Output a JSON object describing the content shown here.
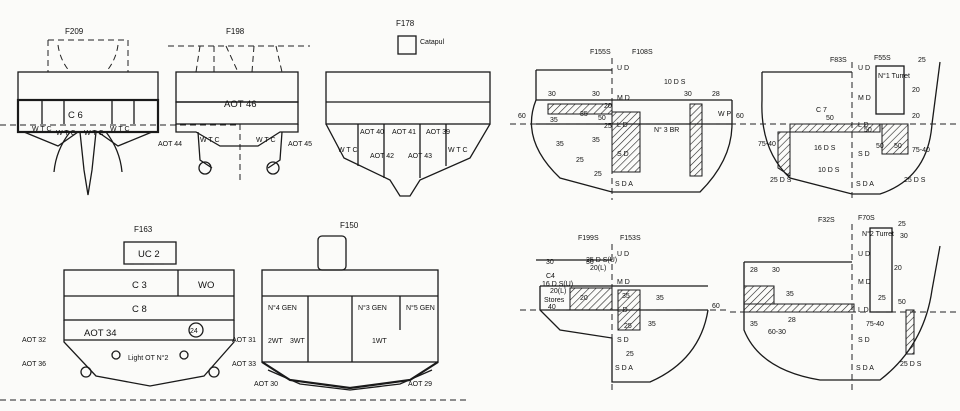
{
  "sections": {
    "f209": {
      "frame": "F209",
      "c": "C 6",
      "wtc": [
        "W T C",
        "W T C",
        "W T C",
        "W T C"
      ]
    },
    "f198": {
      "frame": "F198",
      "aot": [
        "AOT 46",
        "AOT 44",
        "AOT 45"
      ],
      "wtc": [
        "W T C",
        "W T C"
      ]
    },
    "f178": {
      "frame": "F178",
      "catapult": "Catapul",
      "aot": [
        "AOT 40",
        "AOT 41",
        "AOT 39",
        "AOT 42",
        "AOT 43"
      ],
      "wtc": [
        "W T C",
        "W T C"
      ]
    },
    "f163": {
      "frame": "F163",
      "rooms": [
        "UC 2",
        "C 3",
        "WO",
        "C 8",
        "AOT 34",
        "Light OT N°2"
      ],
      "circle": "24",
      "outside": [
        "AOT 32",
        "AOT 36",
        "AOT 31",
        "AOT 33"
      ]
    },
    "f150": {
      "frame": "F150",
      "rooms": [
        "N°4 GEN",
        "N°3 GEN",
        "N°5 GEN",
        "2WT",
        "3WT",
        "1WT"
      ],
      "outside": [
        "AOT 30",
        "AOT 29"
      ]
    },
    "armor_top": {
      "frames": [
        "F155S",
        "F108S",
        "F83S",
        "F55S"
      ],
      "decks": [
        "U D",
        "M D",
        "L D",
        "S D",
        "S D A"
      ],
      "decks_b": [
        "U D",
        "M D",
        "L D",
        "S D",
        "S D A"
      ],
      "waterline": [
        "60",
        "60"
      ],
      "labels": [
        "30",
        "30",
        "10 D S",
        "30",
        "28",
        "35",
        "35",
        "50",
        "35",
        "25",
        "25",
        "N° 3 BR",
        "W P",
        "20",
        "25",
        "35"
      ],
      "labels_b": [
        "25",
        "N°1 Turret",
        "20",
        "20",
        "C 7",
        "50",
        "50",
        "16 D S",
        "50",
        "50",
        "75-40",
        "75-40",
        "10 D S",
        "25 D S",
        "25 D S"
      ]
    },
    "armor_bottom": {
      "frames": [
        "F199S",
        "F153S",
        "F32S",
        "F70S"
      ],
      "decks": [
        "U D",
        "M D",
        "L D",
        "S D",
        "S D A"
      ],
      "decks_b": [
        "U D",
        "M D",
        "L D",
        "S D",
        "S D A"
      ],
      "waterline": [
        "60"
      ],
      "labels": [
        "30",
        "30",
        "C4",
        "16 D S(U)",
        "20(L)",
        "Stores",
        "40",
        "25 D S(U)",
        "20(L)",
        "20",
        "35",
        "35",
        "25",
        "35",
        "25"
      ],
      "labels_b": [
        "25",
        "N°2 Turret",
        "30",
        "28",
        "30",
        "20",
        "35",
        "25",
        "50",
        "35",
        "28",
        "60-30",
        "75-40",
        "25 D S"
      ]
    }
  }
}
